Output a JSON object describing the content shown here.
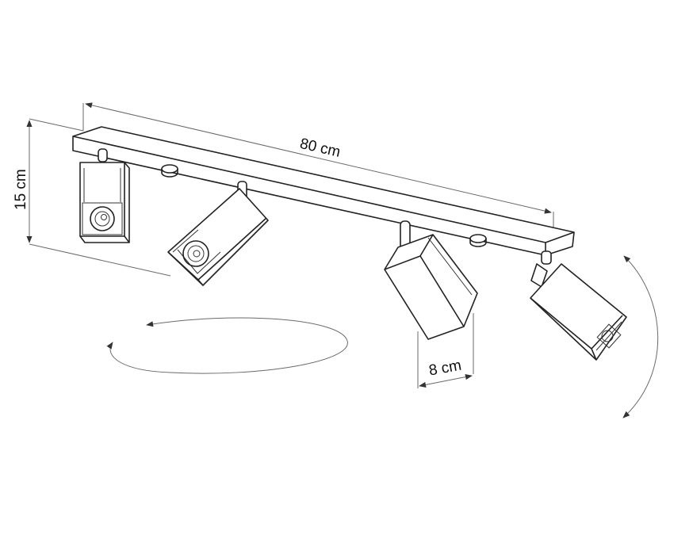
{
  "dimensions": {
    "length": "80 cm",
    "height": "15 cm",
    "spot_width": "8 cm"
  },
  "spot_count": 4,
  "colors": {
    "line": "#222222",
    "dimension_line": "#6a6a6a",
    "background": "#ffffff"
  },
  "icons": [
    "rotation-horizontal-arrow-icon",
    "rotation-vertical-arrow-icon"
  ]
}
